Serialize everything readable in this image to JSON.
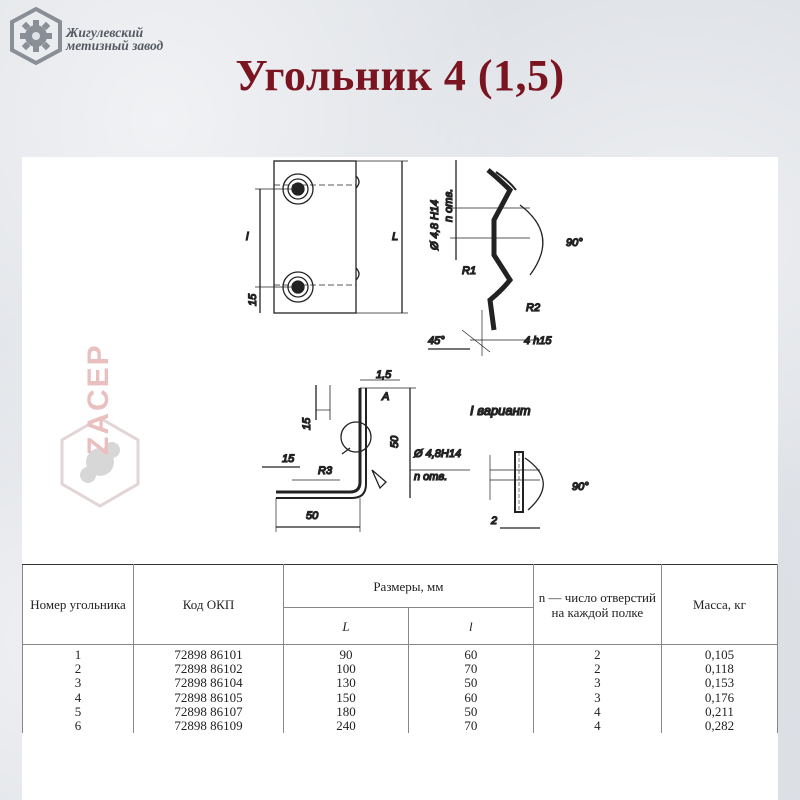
{
  "brand": {
    "line1": "Жигулевский",
    "line2": "метизный завод"
  },
  "title": "Угольник 4 (1,5)",
  "watermark": {
    "text": "ZACEP"
  },
  "drawing": {
    "labels": {
      "hole_dia": "Ø 4,8 H14",
      "n_holes": "n отв.",
      "angle90": "90°",
      "r1": "R1",
      "r2": "R2",
      "angle45": "45°",
      "thick_h": "4 h15",
      "small_l": "l",
      "big_l": "L",
      "dim15": "15",
      "thick": "1,5",
      "a": "A",
      "dim15b": "15",
      "dim50v": "50",
      "dim15c": "15",
      "r3": "R3",
      "dim50h": "50",
      "hole_dia2": "Ø 4,8H14",
      "n_holes2": "n отв.",
      "variant": "I вариант",
      "angle90b": "90°",
      "dim2": "2"
    }
  },
  "table": {
    "headers": {
      "number": "Номер угольника",
      "okp": "Код ОКП",
      "sizes": "Размеры, мм",
      "L": "L",
      "l": "l",
      "holes": "n — число отверстий на каждой полке",
      "mass": "Масса, кг"
    },
    "rows": [
      {
        "n": "1",
        "okp": "72898 86101",
        "L": "90",
        "l": "60",
        "holes": "2",
        "mass": "0,105"
      },
      {
        "n": "2",
        "okp": "72898 86102",
        "L": "100",
        "l": "70",
        "holes": "2",
        "mass": "0,118"
      },
      {
        "n": "3",
        "okp": "72898 86104",
        "L": "130",
        "l": "50",
        "holes": "3",
        "mass": "0,153"
      },
      {
        "n": "4",
        "okp": "72898 86105",
        "L": "150",
        "l": "60",
        "holes": "3",
        "mass": "0,176"
      },
      {
        "n": "5",
        "okp": "72898 86107",
        "L": "180",
        "l": "50",
        "holes": "4",
        "mass": "0,211"
      },
      {
        "n": "6",
        "okp": "72898 86109",
        "L": "240",
        "l": "70",
        "holes": "4",
        "mass": "0,282"
      }
    ]
  }
}
